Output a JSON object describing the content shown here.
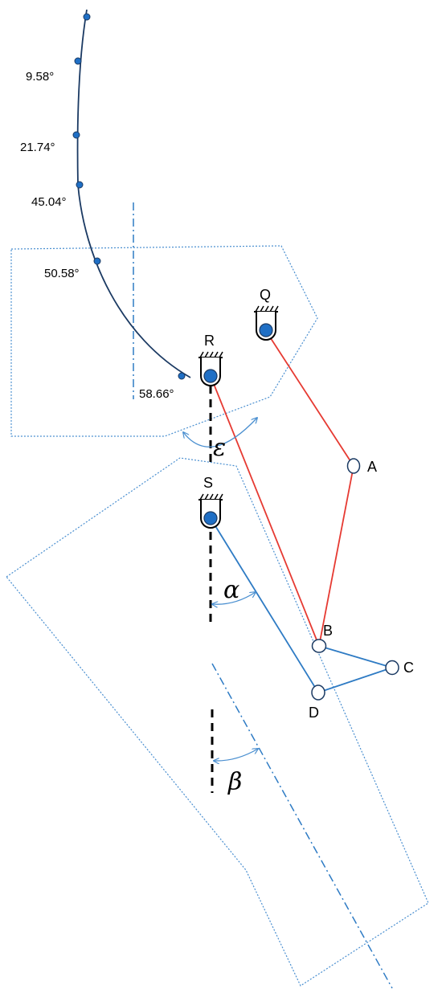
{
  "colors": {
    "trajectory": "#1b3a63",
    "blue_link": "#2e7bc4",
    "red_link": "#e63a32",
    "outline": "#4a8fd0",
    "pivot_fill": "#1f6fc5",
    "ink": "#000000"
  },
  "angles": {
    "a1": "9.58°",
    "a2": "21.74°",
    "a3": "45.04°",
    "a4": "50.58°",
    "a5": "58.66°"
  },
  "labels": {
    "Q": "Q",
    "R": "R",
    "S": "S",
    "A": "A",
    "B": "B",
    "C": "C",
    "D": "D",
    "epsilon": "ε",
    "alpha": "α",
    "beta": "β"
  },
  "icons": {
    "pivot": "ground-pivot-icon",
    "joint": "joint-icon"
  }
}
